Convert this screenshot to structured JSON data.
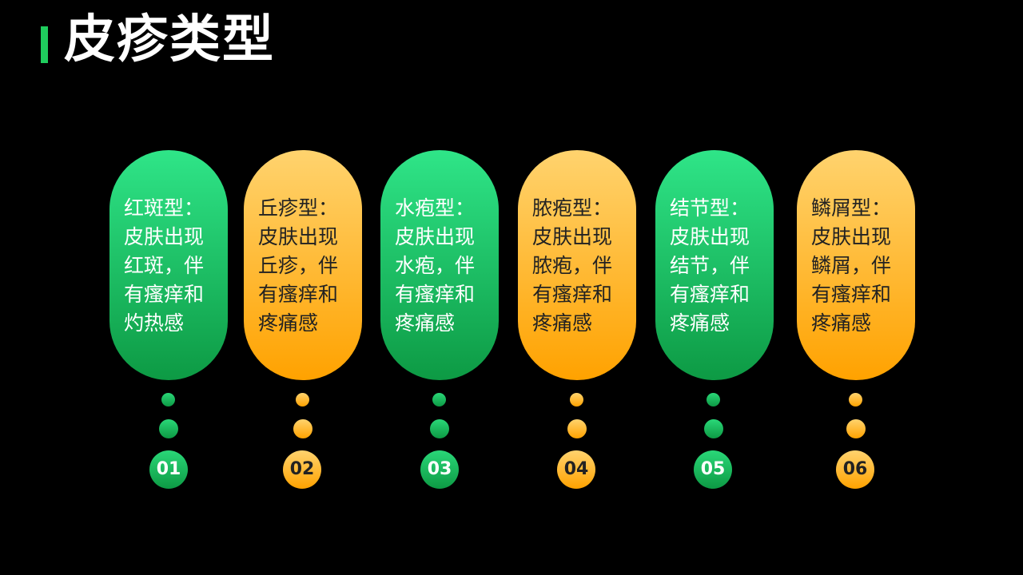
{
  "title": "皮疹类型",
  "colors": {
    "background": "#000000",
    "accent_green": "#1fcc5d",
    "green_top": "#2fe588",
    "green_bottom": "#0d9a44",
    "orange_top": "#ffd36e",
    "orange_bottom": "#ffa200"
  },
  "items": [
    {
      "number": "01",
      "text": "红斑型：皮肤出现红斑，伴有瘙痒和灼热感",
      "color": "green"
    },
    {
      "number": "02",
      "text": "丘疹型：皮肤出现丘疹，伴有瘙痒和疼痛感",
      "color": "orange"
    },
    {
      "number": "03",
      "text": "水疱型：皮肤出现水疱，伴有瘙痒和疼痛感",
      "color": "green"
    },
    {
      "number": "04",
      "text": "脓疱型：皮肤出现脓疱，伴有瘙痒和疼痛感",
      "color": "orange"
    },
    {
      "number": "05",
      "text": "结节型：皮肤出现结节，伴有瘙痒和疼痛感",
      "color": "green"
    },
    {
      "number": "06",
      "text": "鳞屑型：皮肤出现鳞屑，伴有瘙痒和疼痛感",
      "color": "orange"
    }
  ]
}
